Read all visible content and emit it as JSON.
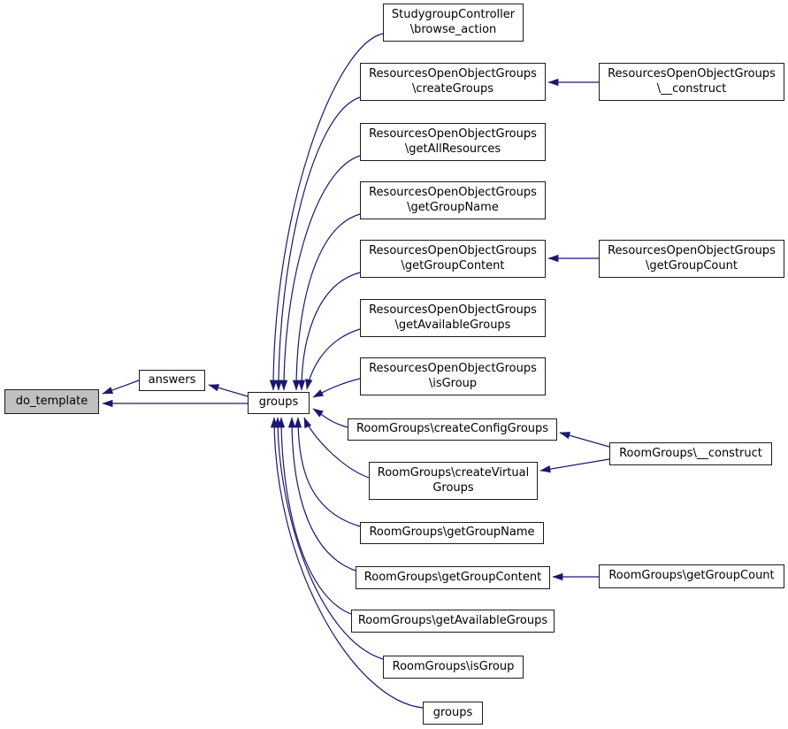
{
  "diagram": {
    "type": "doxygen-caller-graph",
    "focus_function": "do_template",
    "colors": {
      "edge": "#191970",
      "node_border": "#1c1c1c",
      "node_fill": "#ffffff",
      "focus_node_fill": "#c0c0c0",
      "background": "#ffffff"
    }
  },
  "nodes": [
    {
      "id": "do_template",
      "label": "do_template"
    },
    {
      "id": "answers",
      "label": "answers"
    },
    {
      "id": "groups",
      "label": "groups"
    },
    {
      "id": "browse_action",
      "label": "StudygroupController\n\\browse_action"
    },
    {
      "id": "rog_createGroups",
      "label": "ResourcesOpenObjectGroups\n\\createGroups"
    },
    {
      "id": "rog_getAllResources",
      "label": "ResourcesOpenObjectGroups\n\\getAllResources"
    },
    {
      "id": "rog_getGroupName",
      "label": "ResourcesOpenObjectGroups\n\\getGroupName"
    },
    {
      "id": "rog_getGroupContent",
      "label": "ResourcesOpenObjectGroups\n\\getGroupContent"
    },
    {
      "id": "rog_getAvailableGroups",
      "label": "ResourcesOpenObjectGroups\n\\getAvailableGroups"
    },
    {
      "id": "rog_isGroup",
      "label": "ResourcesOpenObjectGroups\n\\isGroup"
    },
    {
      "id": "rg_createConfigGroups",
      "label": "RoomGroups\\createConfigGroups"
    },
    {
      "id": "rg_createVirtualGroups",
      "label": "RoomGroups\\createVirtual\nGroups"
    },
    {
      "id": "rg_getGroupName",
      "label": "RoomGroups\\getGroupName"
    },
    {
      "id": "rg_getGroupContent",
      "label": "RoomGroups\\getGroupContent"
    },
    {
      "id": "rg_getAvailableGroups",
      "label": "RoomGroups\\getAvailableGroups"
    },
    {
      "id": "rg_isGroup",
      "label": "RoomGroups\\isGroup"
    },
    {
      "id": "groups_template",
      "label": "groups"
    },
    {
      "id": "rog_construct",
      "label": "ResourcesOpenObjectGroups\n\\__construct"
    },
    {
      "id": "rog_getGroupCount",
      "label": "ResourcesOpenObjectGroups\n\\getGroupCount"
    },
    {
      "id": "rg_construct",
      "label": "RoomGroups\\__construct"
    },
    {
      "id": "rg_getGroupCount",
      "label": "RoomGroups\\getGroupCount"
    }
  ],
  "edges": [
    {
      "from": "answers",
      "to": "do_template"
    },
    {
      "from": "groups",
      "to": "do_template"
    },
    {
      "from": "groups",
      "to": "answers"
    },
    {
      "from": "browse_action",
      "to": "groups"
    },
    {
      "from": "rog_createGroups",
      "to": "groups"
    },
    {
      "from": "rog_getAllResources",
      "to": "groups"
    },
    {
      "from": "rog_getGroupName",
      "to": "groups"
    },
    {
      "from": "rog_getGroupContent",
      "to": "groups"
    },
    {
      "from": "rog_getAvailableGroups",
      "to": "groups"
    },
    {
      "from": "rog_isGroup",
      "to": "groups"
    },
    {
      "from": "rg_createConfigGroups",
      "to": "groups"
    },
    {
      "from": "rg_createVirtualGroups",
      "to": "groups"
    },
    {
      "from": "rg_getGroupName",
      "to": "groups"
    },
    {
      "from": "rg_getGroupContent",
      "to": "groups"
    },
    {
      "from": "rg_getAvailableGroups",
      "to": "groups"
    },
    {
      "from": "rg_isGroup",
      "to": "groups"
    },
    {
      "from": "groups_template",
      "to": "groups"
    },
    {
      "from": "rog_construct",
      "to": "rog_createGroups"
    },
    {
      "from": "rog_getGroupCount",
      "to": "rog_getGroupContent"
    },
    {
      "from": "rg_construct",
      "to": "rg_createConfigGroups"
    },
    {
      "from": "rg_construct",
      "to": "rg_createVirtualGroups"
    },
    {
      "from": "rg_getGroupCount",
      "to": "rg_getGroupContent"
    }
  ]
}
